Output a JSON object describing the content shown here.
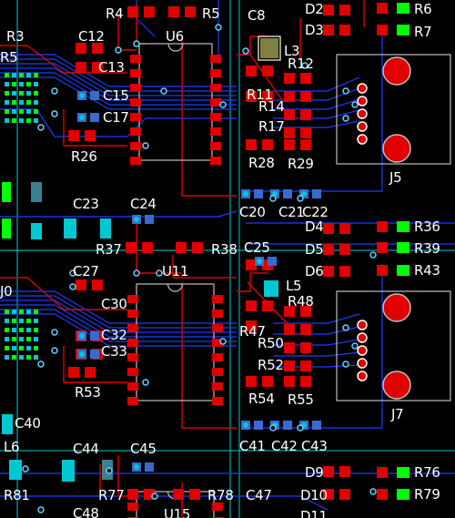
{
  "view": {
    "type": "pcb-layout-editor",
    "background": "#000000"
  },
  "colors": {
    "top_copper": "#e00000",
    "bottom_copper": "#1e3cff",
    "outline": "#bfbfbf",
    "cyan": "#00c8d2",
    "green": "#00ff00",
    "olive": "#808040",
    "silk": "#ffffff"
  },
  "labels": {
    "R4": "R4",
    "R5": "R5",
    "C8": "C8",
    "D2": "D2",
    "R6": "R6",
    "D3": "D3",
    "R7": "R7",
    "R3": "R3",
    "R5_partial": "R5",
    "C12": "C12",
    "U6": "U6",
    "L3": "L3",
    "C13": "C13",
    "R12": "R12",
    "C15": "C15",
    "R11": "R11",
    "R14": "R14",
    "C17": "C17",
    "R17": "R17",
    "R26": "R26",
    "R28": "R28",
    "R29": "R29",
    "J5": "J5",
    "C23": "C23",
    "C24": "C24",
    "C20": "C20",
    "C21": "C21",
    "C22": "C22",
    "D4": "D4",
    "R36": "R36",
    "D5": "D5",
    "R39": "R39",
    "D6": "D6",
    "R43": "R43",
    "R37": "R37",
    "R38": "R38",
    "C25": "C25",
    "C27": "C27",
    "U11": "U11",
    "L5": "L5",
    "R48": "R48",
    "C30": "C30",
    "R47": "R47",
    "C32": "C32",
    "R50": "R50",
    "C33": "C33",
    "R52": "R52",
    "R53": "R53",
    "R54": "R54",
    "R55": "R55",
    "J7": "J7",
    "C40": "C40",
    "C41": "C41",
    "C42": "C42",
    "C43": "C43",
    "L6": "L6",
    "C44": "C44",
    "C45": "C45",
    "D9": "D9",
    "R76": "R76",
    "R81": "R81",
    "R77": "R77",
    "R78": "R78",
    "C47": "C47",
    "D10": "D10",
    "R79": "R79",
    "C48": "C48",
    "U15": "U15",
    "D11": "D11",
    "J10_partial": "J0"
  }
}
